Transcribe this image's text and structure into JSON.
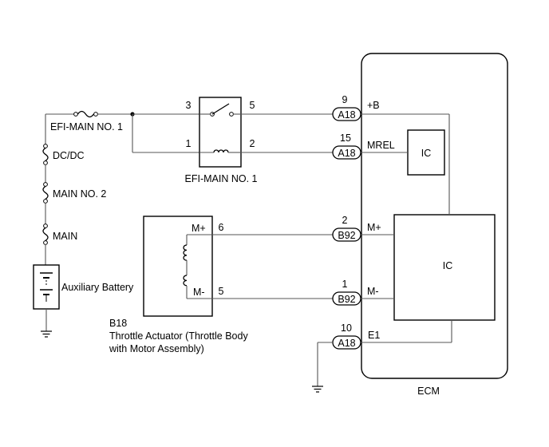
{
  "fuses": {
    "efi_main_no1": "EFI-MAIN NO. 1",
    "dc_dc": "DC/DC",
    "main_no2": "MAIN NO. 2",
    "main": "MAIN"
  },
  "battery": {
    "label": "Auxiliary Battery"
  },
  "relay": {
    "label": "EFI-MAIN NO. 1",
    "pins": {
      "p3": "3",
      "p5": "5",
      "p1": "1",
      "p2": "2"
    }
  },
  "actuator": {
    "code": "B18",
    "name_line1": "Throttle Actuator (Throttle Body",
    "name_line2": "with Motor Assembly)",
    "pin_mplus": "M+",
    "pin_mminus": "M-",
    "num_mplus": "6",
    "num_mminus": "5"
  },
  "connectors": [
    {
      "code": "A18",
      "pin": "9",
      "signal": "+B"
    },
    {
      "code": "A18",
      "pin": "15",
      "signal": "MREL"
    },
    {
      "code": "B92",
      "pin": "2",
      "signal": "M+"
    },
    {
      "code": "B92",
      "pin": "1",
      "signal": "M-"
    },
    {
      "code": "A18",
      "pin": "10",
      "signal": "E1"
    }
  ],
  "ecm": {
    "label": "ECM",
    "ic_small": "IC",
    "ic_large": "IC"
  }
}
